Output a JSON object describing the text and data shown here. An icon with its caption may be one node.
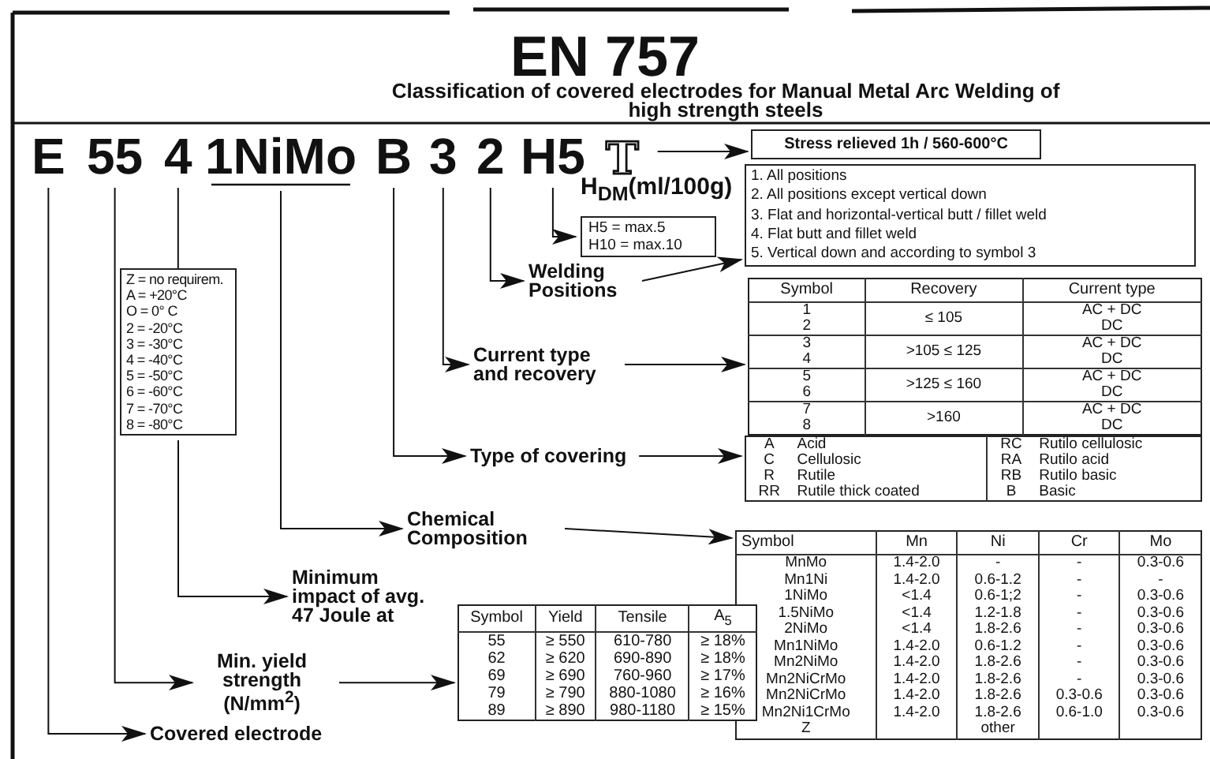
{
  "diagram": {
    "title": "EN 757",
    "nodes": [
      {
        "text": [
          "E"
        ]
      },
      {
        "text": [
          "55"
        ]
      },
      {
        "text": [
          "4"
        ]
      },
      {
        "text": [
          "1NiMo"
        ]
      },
      {
        "text": [
          "B"
        ]
      },
      {
        "text": [
          "3"
        ]
      },
      {
        "text": [
          "2"
        ]
      },
      {
        "text": [
          "H5"
        ]
      },
      {
        "text": [
          "T"
        ]
      },
      {
        "text": [
          "Stress relieved 1h / 560-600°C"
        ]
      },
      {
        "text": [
          "H$_{DM}$(ml/100g)",
          "H5 = max.5",
          "H10 = max.10"
        ]
      },
      {
        "text": [
          "1. All positions",
          "2. All positions except vertical down",
          "3. Flat and horizontal-vertical butt / fillet weld",
          "4. Flat butt and fillet weld",
          "5. Vertical down and according to symbol 3"
        ]
      },
      {
        "text": [
          "Welding Positions"
        ]
      },
      {
        "text": [
          "Symbol",
          "Recovery",
          "Current type",
          "1",
          "2",
          "≤ 105",
          "AC + DC",
          "DC",
          "3",
          "4",
          ">105 ≤ 125",
          "AC + DC",
          "DC",
          "5",
          "6",
          ">125 ≤ 160",
          "AC + DC",
          "DC",
          "7",
          "8",
          ">160",
          "AC + DC",
          "DC"
        ]
      },
      {
        "text": [
          "Current type and recovery"
        ]
      },
      {
        "text": [
          "Z = no requirem.",
          "A = +20°C",
          "O = 0° C",
          "2 = -20°C",
          "3 = -30°C",
          "4 = -40°C",
          "5 = -50°C",
          "6 = -60°C",
          "7 = -70°C",
          "8 = -80°C"
        ]
      },
      {
        "text": [
          "Type of covering"
        ]
      },
      {
        "text": [
          "A",
          "Acid",
          "RC",
          "Rutilo cellulosic",
          "C",
          "Cellulosic",
          "RA",
          "Rutilo acid",
          "R",
          "Rutile",
          "RB",
          "Rutilo basic",
          "RR",
          "Rutile thick coated",
          "B",
          "Basic"
        ]
      },
      {
        "text": [
          "Chemical Composition"
        ]
      },
      {
        "text": [
          "Symbol",
          "Mn",
          "Ni",
          "Cr",
          "Mo",
          "MnMo",
          "1.4-2.0",
          "-",
          "-",
          "0.3-0.6",
          "Mn1Ni",
          "1.4-2.0",
          "0.6-1.2",
          "-",
          "-",
          "1NiMo",
          "<1.4",
          "0.6-1;2",
          "-",
          "0.3-0.6",
          "1.5NiMo",
          "<1.4",
          "1.2-1.8",
          "-",
          "0.3-0.6",
          "2NiMo",
          "<1.4",
          "1.8-2.6",
          "-",
          "0.3-0.6",
          "Mn1NiMo",
          "1.4-2.0",
          "0.6-1.2",
          "-",
          "0.3-0.6",
          "Mn2NiMo",
          "1.4-2.0",
          "1.8-2.6",
          "-",
          "0.3-0.6",
          "Mn2NiCrMo",
          "1.4-2.0",
          "1.8-2.6",
          "-",
          "0.3-0.6",
          "Mn2NiCrMo",
          "1.4-2.0",
          "1.8-2.6",
          "0.3-0.6",
          "0.3-0.6",
          "Mn2Ni1CrMo",
          "1.4-2.0",
          "1.8-2.6",
          "0.6-1.0",
          "0.3-0.6",
          "Z",
          "other"
        ]
      },
      {
        "text": [
          "Minimum impact of avg. 47 Joule at"
        ]
      },
      {
        "text": [
          "Min. yield strength (N/mm$^{2}$)"
        ]
      },
      {
        "text": [
          "Symbol",
          "Yield",
          "Tensile",
          "A$_{5}$",
          "55",
          "≥ 550",
          "610-780",
          "≥ 18%",
          "62",
          "≥ 620",
          "690-890",
          "≥ 18%",
          "69",
          "≥ 690",
          "760-960",
          "≥ 17%",
          "79",
          "≥ 790",
          "880-1080",
          "≥ 16%",
          "89",
          "≥ 890",
          "980-1180",
          "≥ 15%"
        ]
      },
      {
        "text": [
          "Covered electrode"
        ]
      }
    ],
    "edges": [
      {
        "from": 8,
        "to": 9,
        "arrow": "to"
      },
      {
        "from": 7,
        "to": 10,
        "arrow": "to"
      },
      {
        "from": 6,
        "to": 12,
        "arrow": "to"
      },
      {
        "from": 12,
        "to": 11,
        "arrow": "to"
      },
      {
        "from": 5,
        "to": 14,
        "arrow": "to"
      },
      {
        "from": 14,
        "to": 13,
        "arrow": "to"
      },
      {
        "from": 4,
        "to": 16,
        "arrow": "to"
      },
      {
        "from": 16,
        "to": 17,
        "arrow": "to"
      },
      {
        "from": 3,
        "to": 18,
        "arrow": "to"
      },
      {
        "from": 18,
        "to": 19,
        "arrow": "to"
      },
      {
        "from": 2,
        "to": 15,
        "arrow": "none"
      },
      {
        "from": 15,
        "to": 20,
        "arrow": "to"
      },
      {
        "from": 1,
        "to": 21,
        "arrow": "to"
      },
      {
        "from": 21,
        "to": 22,
        "arrow": "to"
      },
      {
        "from": 0,
        "to": 23,
        "arrow": "to"
      }
    ],
    "labels": [
      "Classification of covered electrodes for Manual Metal Arc Welding of high strength steels"
    ]
  }
}
